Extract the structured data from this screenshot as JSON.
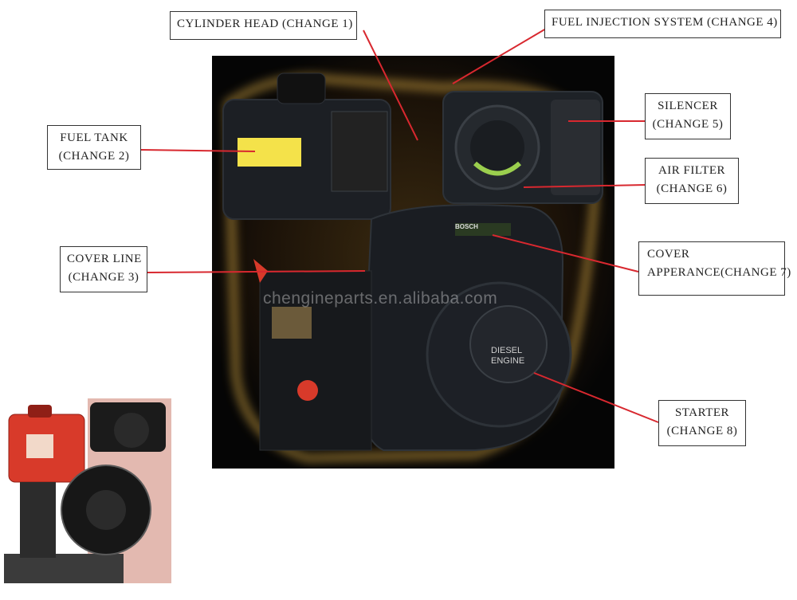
{
  "labels": {
    "cylinder_head": "CYLINDER HEAD (CHANGE 1)",
    "fuel_injection": "FUEL INJECTION SYSTEM (CHANGE 4)",
    "fuel_tank": {
      "line1": "FUEL TANK",
      "line2": "(CHANGE 2)"
    },
    "silencer": {
      "line1": "SILENCER",
      "line2": "(CHANGE 5)"
    },
    "air_filter": {
      "line1": "AIR FILTER",
      "line2": "(CHANGE 6)"
    },
    "cover_line": {
      "line1": "COVER LINE",
      "line2": "(CHANGE 3)"
    },
    "cover_appearance": {
      "line1": "COVER",
      "line2": "APPERANCE(CHANGE 7)"
    },
    "starter": {
      "line1": "STARTER",
      "line2": "(CHANGE 8)"
    }
  },
  "engine_markings": {
    "brand": "BOSCH",
    "cover_text_1": "DIESEL",
    "cover_text_2": "ENGINE"
  },
  "watermark": "chengineparts.en.alibaba.com",
  "colors": {
    "leader_line": "#d8282f",
    "photo_background": "#0a0a0a",
    "glow": "#e8b64a",
    "engine_body": "#1c1f24",
    "fuel_tank_sticker": "#f4e24a",
    "inset_engine_red": "#d83a2a",
    "inset_background": "#e3b9b0"
  }
}
